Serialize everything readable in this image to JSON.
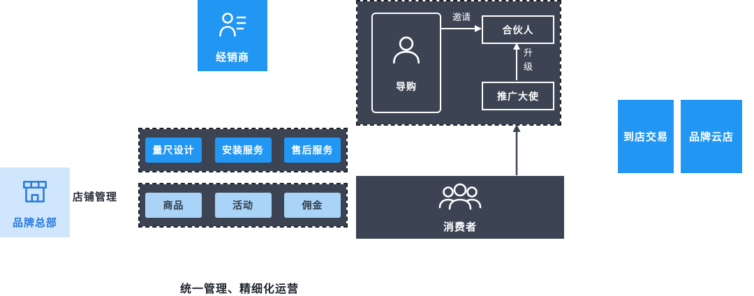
{
  "dealer": {
    "label": "经销商"
  },
  "guide_panel": {
    "guide_label": "导购",
    "invite_label": "邀请",
    "partner_label": "合伙人",
    "upgrade_label": "升级",
    "ambassador_label": "推广大使"
  },
  "hq": {
    "label": "品牌总部"
  },
  "store_management_label": "店铺管理",
  "services": [
    "量尺设计",
    "安装服务",
    "售后服务"
  ],
  "operations": [
    "商品",
    "活动",
    "佣金"
  ],
  "consumer": {
    "label": "消费者"
  },
  "instore": {
    "label": "到店交易"
  },
  "cloud_store": {
    "label": "品牌云店"
  },
  "caption": "统一管理、精细化运营",
  "icons": {
    "dealer": "person-with-list-icon",
    "guide": "person-icon",
    "hq": "storefront-icon",
    "consumer": "people-group-icon"
  },
  "colors": {
    "primary_blue": "#2196f3",
    "light_blue_chip": "#a9d3f7",
    "pale_blue": "#cfe6fd",
    "dark_slate": "#3c4454",
    "hq_text_blue": "#2678e0"
  }
}
